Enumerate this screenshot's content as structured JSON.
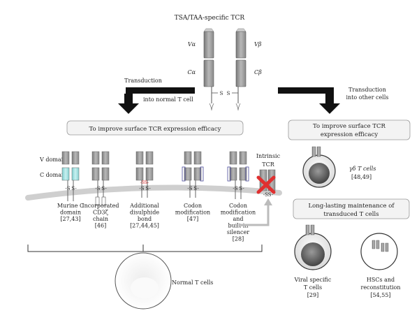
{
  "top": {
    "title": "TSA/TAA-specific TCR",
    "v_alpha": "Vα",
    "v_beta": "Vβ",
    "c_alpha": "Cα",
    "c_beta": "Cβ",
    "s_left": "S",
    "s_right": "S"
  },
  "transduction_left": [
    "Transduction",
    "into normal T cell"
  ],
  "transduction_right": [
    "Transduction",
    "into other cells"
  ],
  "left_box": "To improve surface TCR expression efficacy",
  "right_box_1": [
    "To improve surface TCR",
    "expression efficacy"
  ],
  "right_box_2": [
    "Long-lasting maintenance of",
    "transduced T cells"
  ],
  "domain_labels": {
    "v": "V domain",
    "c": "C domain"
  },
  "strategies": [
    {
      "lines": [
        "Murine C",
        "domain",
        "[27,43]"
      ]
    },
    {
      "lines": [
        "Incorporated",
        "CD3ζ",
        "chain",
        "[46]"
      ]
    },
    {
      "lines": [
        "Additional",
        "disulphide",
        "bond",
        "[27,44,45]"
      ]
    },
    {
      "lines": [
        "Codon",
        "modification",
        "[47]"
      ]
    },
    {
      "lines": [
        "Codon",
        "modification",
        "and",
        "built-in",
        "silencer",
        "[28]"
      ]
    }
  ],
  "ss_bond_label": "-SS-",
  "s_pair": {
    "left": "-S",
    "right": "S-"
  },
  "intrinsic": {
    "lines": [
      "Intrinsic",
      "TCR"
    ],
    "ss": "-SS-"
  },
  "normal_t_cells": "Normal T cells",
  "gd_cell": {
    "lines": [
      "γδ T cells",
      "[48,49]"
    ]
  },
  "viral_cell": {
    "lines": [
      "Viral specific",
      "T cells",
      "[29]"
    ]
  },
  "hsc_cell": {
    "lines": [
      "HSCs and",
      "reconstitution",
      "[54,55]"
    ]
  },
  "colors": {
    "domain_gray": "#9a9a9a",
    "murine_cyan": "#9fdede",
    "ss_red": "#d92020",
    "x_red": "#e03030",
    "codon_outline": "#4a4a9a"
  }
}
